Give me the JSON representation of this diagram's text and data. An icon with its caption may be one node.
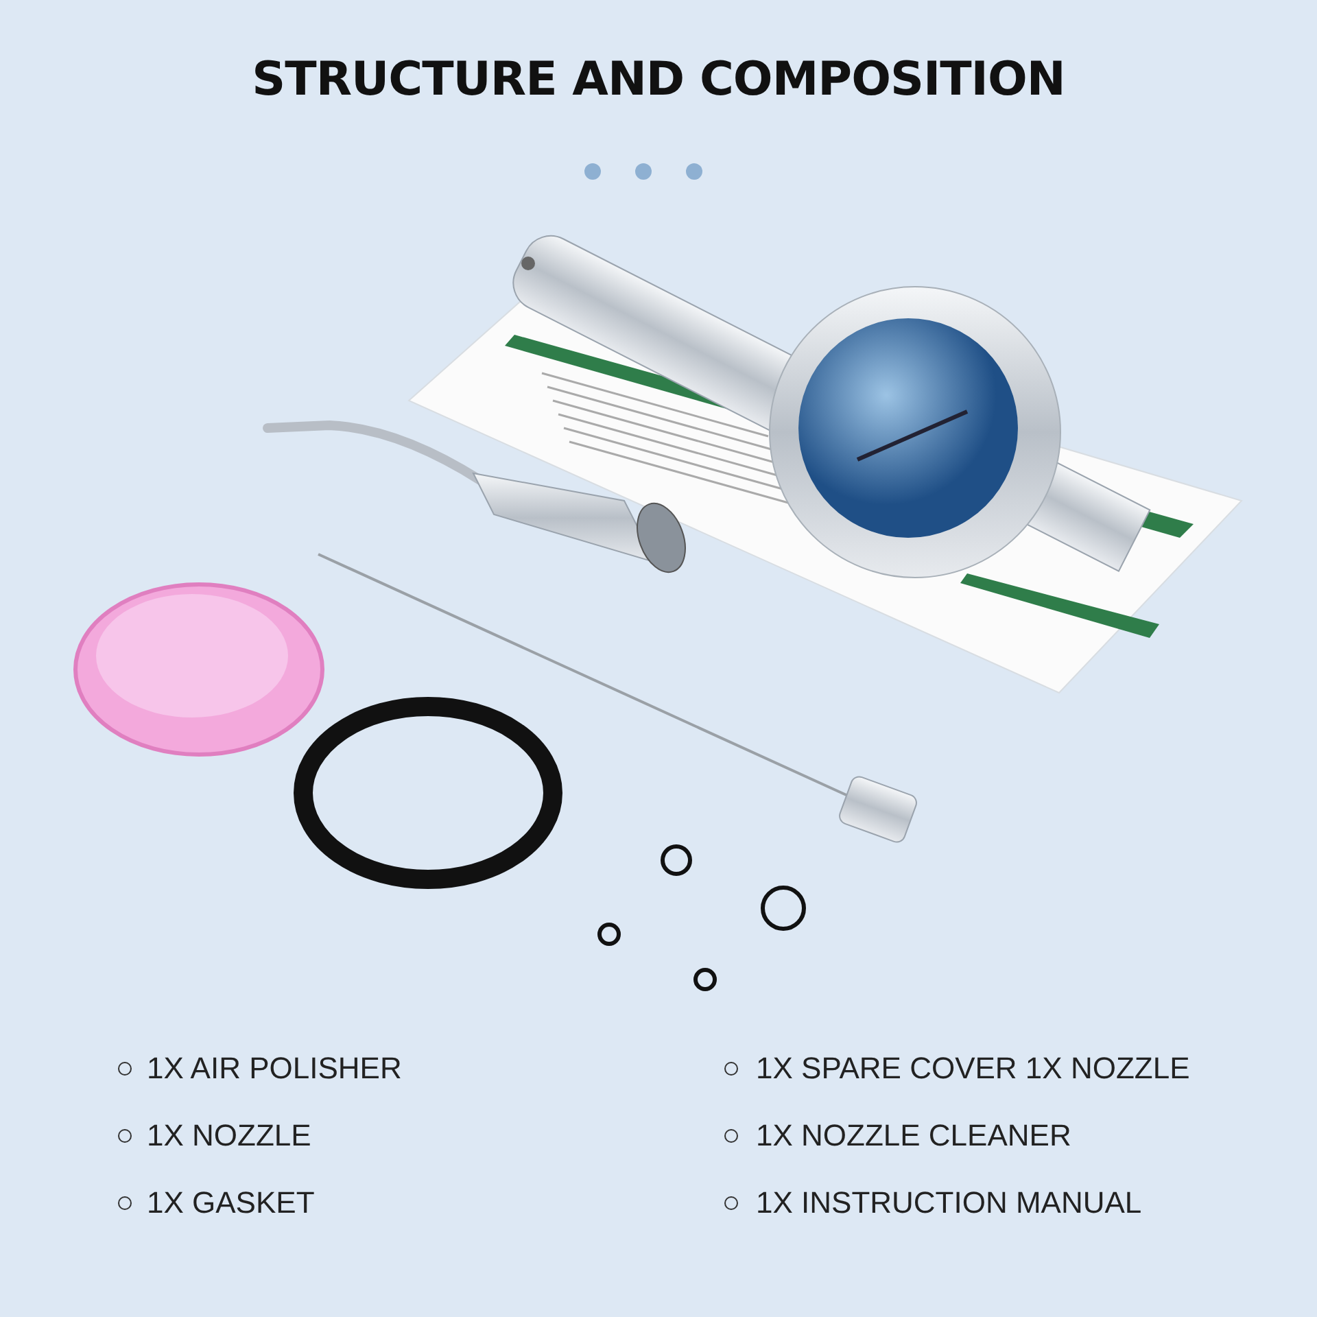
{
  "diagram": {
    "title": "STRUCTURE AND COMPOSITION",
    "labels": [
      "1X AIR POLISHER",
      "1X SPARE COVER 1X NOZZLE",
      "1X NOZZLE",
      "1X NOZZLE CLEANER",
      "1X GASKET",
      "1X INSTRUCTION MANUAL"
    ]
  }
}
